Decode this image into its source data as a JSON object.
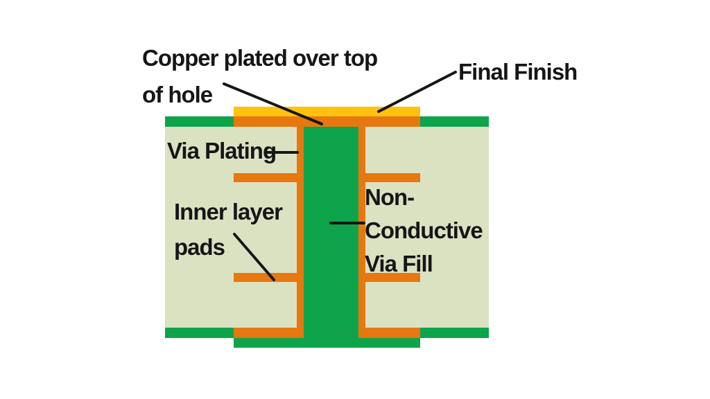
{
  "diagram": {
    "labels": {
      "copper_cap": {
        "line1": "Copper plated over top",
        "line2": "of hole"
      },
      "final_finish": "Final Finish",
      "via_plating": "Via Plating",
      "inner_pads": {
        "line1": "Inner layer",
        "line2": "pads"
      },
      "via_fill": {
        "line1": "Non-",
        "line2": "Conductive",
        "line3": "Via Fill"
      }
    },
    "colors": {
      "green": "#0DA44B",
      "orange": "#E6780F",
      "yellow": "#FFC20D",
      "substrate": "#DBE2C2",
      "text": "#161616",
      "background": "#FFFFFF"
    }
  }
}
